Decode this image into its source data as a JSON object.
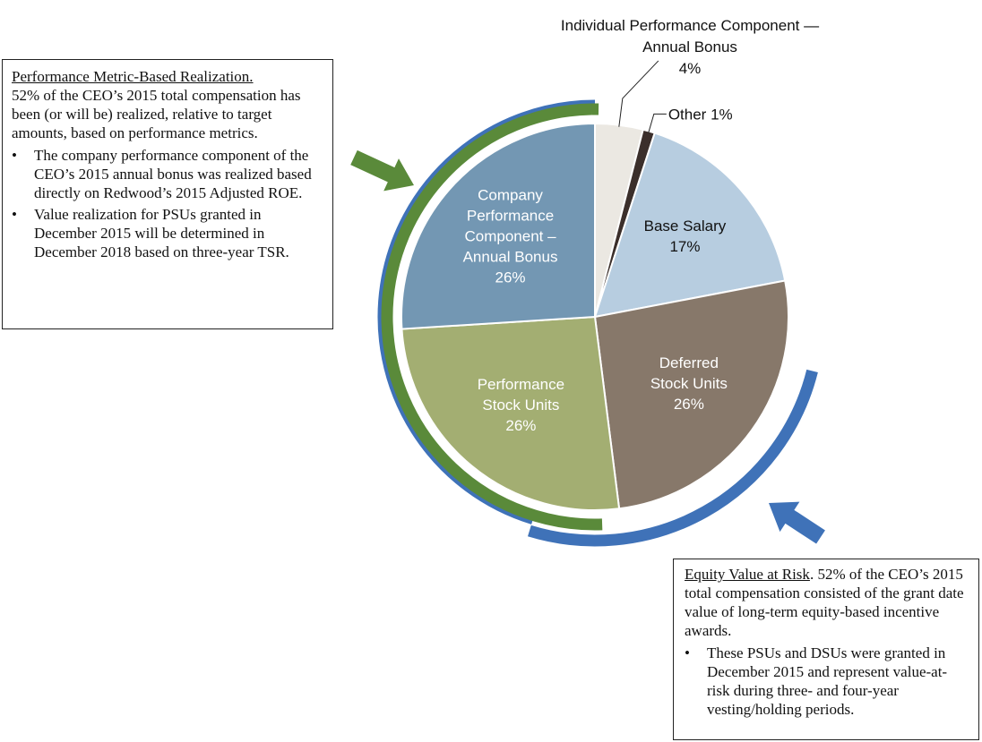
{
  "chart_data": {
    "type": "pie",
    "slices": [
      {
        "label_lines": [
          "Individual Performance Component —",
          "Annual Bonus"
        ],
        "value": 4,
        "display": "4%",
        "color": "#ebe8e2"
      },
      {
        "label_lines": [
          "Other 1%"
        ],
        "value": 1,
        "display": "",
        "color": "#3b2f2b"
      },
      {
        "label_lines": [
          "Base Salary"
        ],
        "value": 17,
        "display": "17%",
        "color": "#b7cde0"
      },
      {
        "label_lines": [
          "Deferred",
          "Stock Units"
        ],
        "value": 26,
        "display": "26%",
        "color": "#87786a"
      },
      {
        "label_lines": [
          "Performance",
          "Stock Units"
        ],
        "value": 26,
        "display": "26%",
        "color": "#a3ae72"
      },
      {
        "label_lines": [
          "Company",
          "Performance",
          "Component –",
          "Annual Bonus"
        ],
        "value": 26,
        "display": "26%",
        "color": "#7397b3"
      }
    ],
    "rings": [
      {
        "name": "performance-metric-ring",
        "color": "#5a8a3a",
        "covers": [
          "Company Performance Component – Annual Bonus",
          "Performance Stock Units"
        ]
      },
      {
        "name": "equity-at-risk-ring",
        "color": "#3f72b8",
        "covers": [
          "Performance Stock Units",
          "Deferred Stock Units"
        ]
      }
    ]
  },
  "notes": {
    "left": {
      "title": "Performance Metric-Based Realization.",
      "body": "52% of  the CEO’s 2015 total compensation has been (or will be) realized, relative to target amounts, based on performance metrics.",
      "bullets": [
        "The company performance component of the CEO’s 2015 annual bonus was realized based directly on Redwood’s 2015 Adjusted ROE.",
        "Value realization for PSUs granted in December 2015 will be determined in December 2018 based on three-year TSR."
      ]
    },
    "right": {
      "title": "Equity Value at Risk",
      "body": ".  52% of the CEO’s 2015 total compensation consisted of the grant date value of long-term equity-based incentive awards.",
      "bullets": [
        "These PSUs and DSUs were granted in December 2015 and represent value-at-risk during three- and four-year vesting/holding periods."
      ]
    },
    "bullet_char": "•"
  },
  "colors": {
    "green_arrow": "#5a8a3a",
    "blue_arrow": "#3f72b8"
  }
}
